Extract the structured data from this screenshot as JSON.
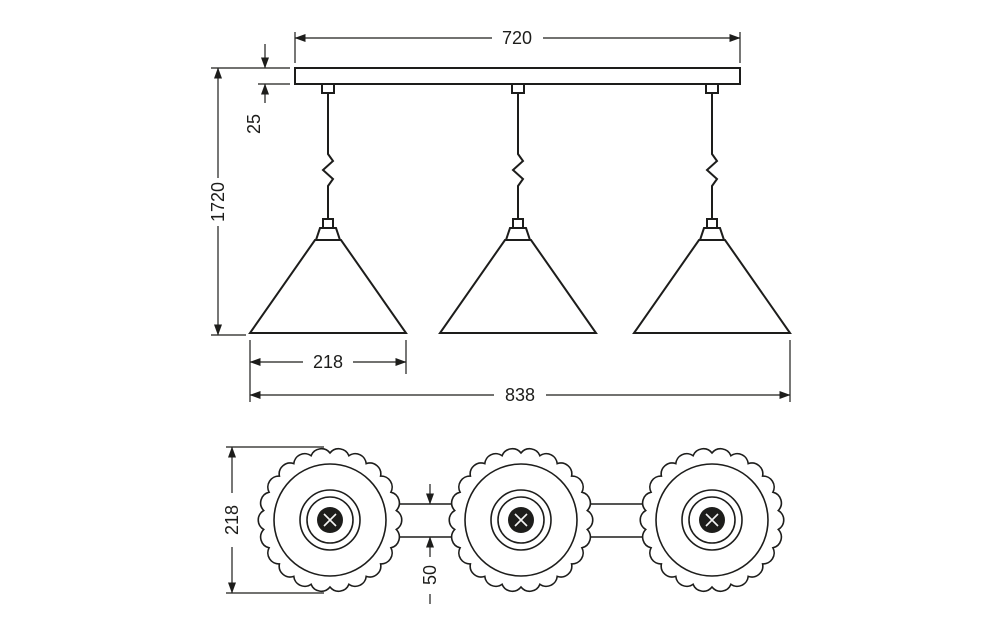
{
  "ink_color": "#1d1d1b",
  "views": {
    "elevation": {
      "dims": {
        "canopy_length": "720",
        "canopy_thickness": "25",
        "max_height": "1720",
        "shade_diameter": "218",
        "overall_width": "838"
      }
    },
    "plan": {
      "dims": {
        "shade_diameter": "218",
        "canopy_depth": "50"
      }
    }
  }
}
